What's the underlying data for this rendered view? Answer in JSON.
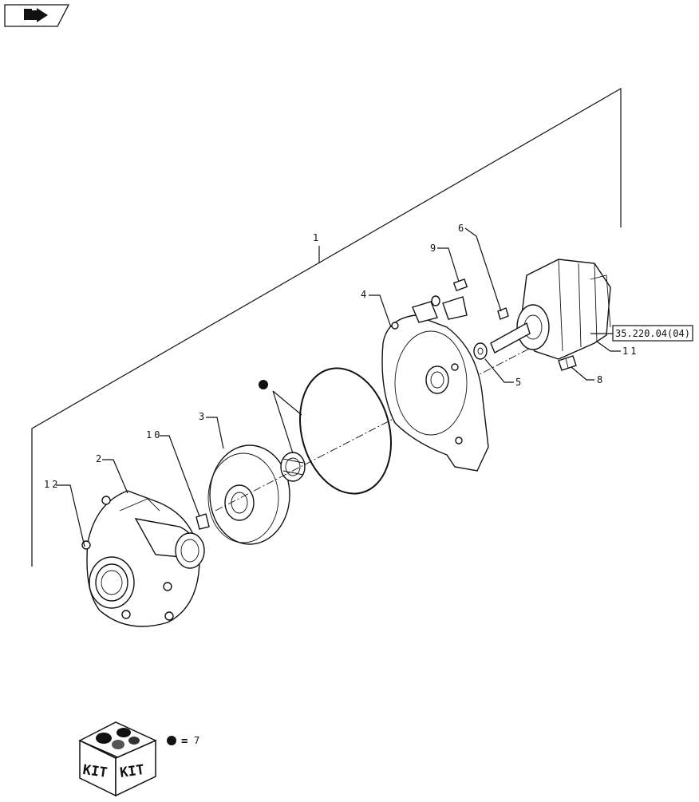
{
  "nav_icon": "back-arrow-icon",
  "kit_icon": {
    "labels": [
      "KIT",
      "KIT"
    ]
  },
  "legend": {
    "symbol": "●",
    "equals": "=",
    "value": "7"
  },
  "cross_reference": "35.220.04(04)",
  "callouts": {
    "c1": "1",
    "c2": "2",
    "c3": "3",
    "c4": "4",
    "c5": "5",
    "c6": "6",
    "c8": "8",
    "c9": "9",
    "c10": "10",
    "c11": "11",
    "c12": "12"
  }
}
